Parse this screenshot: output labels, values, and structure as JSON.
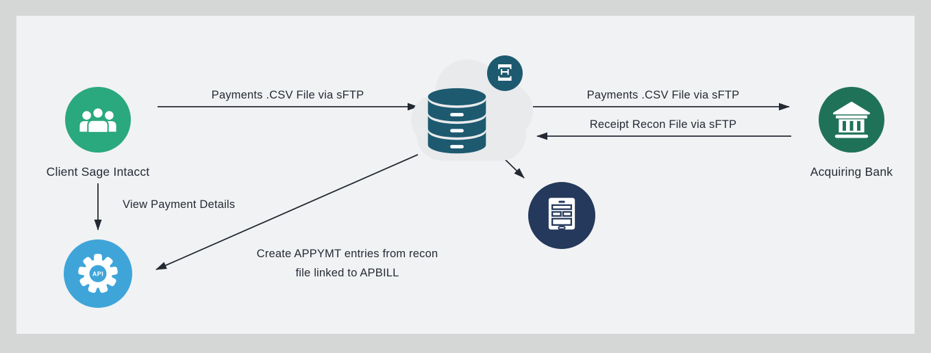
{
  "canvas": {
    "outer_bg": "#d5d6d6",
    "panel_bg": "#f1f2f3",
    "text_color": "#242a35",
    "arrow_color": "#232933"
  },
  "nodes": {
    "client": {
      "label": "Client Sage Intacct",
      "color": "#2aa87e",
      "icon": "people-group-icon"
    },
    "integration_hub": {
      "color": "#1d5a70",
      "cloud_color": "#e8eaec",
      "icon": "database-icon",
      "badge_icon": "data-exchange-icon",
      "badge_glyph": "Ξ"
    },
    "acquiring_bank": {
      "label": "Acquiring Bank",
      "color": "#1f7258",
      "icon": "bank-icon"
    },
    "api": {
      "label": "API",
      "color": "#3fa5d9",
      "icon": "api-gear-icon"
    },
    "payment_form": {
      "color": "#24395b",
      "icon": "payment-form-icon"
    }
  },
  "edges": {
    "client_to_hub": {
      "label": "Payments .CSV File via sFTP",
      "direction": "right"
    },
    "hub_to_bank": {
      "label": "Payments .CSV File via sFTP",
      "direction": "right"
    },
    "bank_to_hub": {
      "label": "Receipt Recon File via sFTP",
      "direction": "left"
    },
    "client_to_api": {
      "label": "View Payment Details",
      "direction": "down"
    },
    "hub_to_api": {
      "label_line1": "Create APPYMT entries from  recon",
      "label_line2": "file linked to APBILL"
    },
    "hub_to_form": {
      "label": ""
    }
  }
}
